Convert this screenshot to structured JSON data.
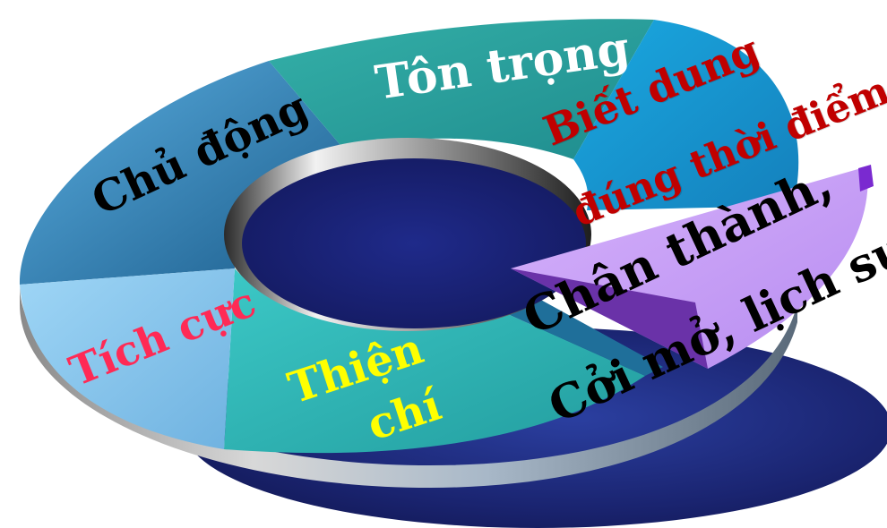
{
  "diagram": {
    "segments": [
      {
        "id": "ton-trong",
        "text": "Tôn trọng",
        "text_color": "#ffffff",
        "fill": "#2aa3a3"
      },
      {
        "id": "biet-dung",
        "line1": "Biết dung",
        "line2": "đúng thời điểm",
        "text_color": "#c00000",
        "fill": "#1a9fd6"
      },
      {
        "id": "chan-thanh",
        "line1": "Chân thành,",
        "line2": "Cởi mở, lịch sự",
        "text_color": "#000000",
        "fill": "#c9a0f5"
      },
      {
        "id": "thien-chi",
        "line1": "Thiện",
        "line2": "chí",
        "text_color": "#ffff00",
        "fill": "#2fbcc0"
      },
      {
        "id": "tich-cuc",
        "text": "Tích cực",
        "text_color": "#ff2a55",
        "fill": "#8fc9ef"
      },
      {
        "id": "chu-dong",
        "text": "Chủ động",
        "text_color": "#000000",
        "fill": "#2d7fb0"
      }
    ],
    "colors": {
      "shadow": "#1e2a78",
      "hole": "#1a1f72",
      "rim_light": "#e0e0e0",
      "rim_dark": "#3a3a3a"
    }
  }
}
